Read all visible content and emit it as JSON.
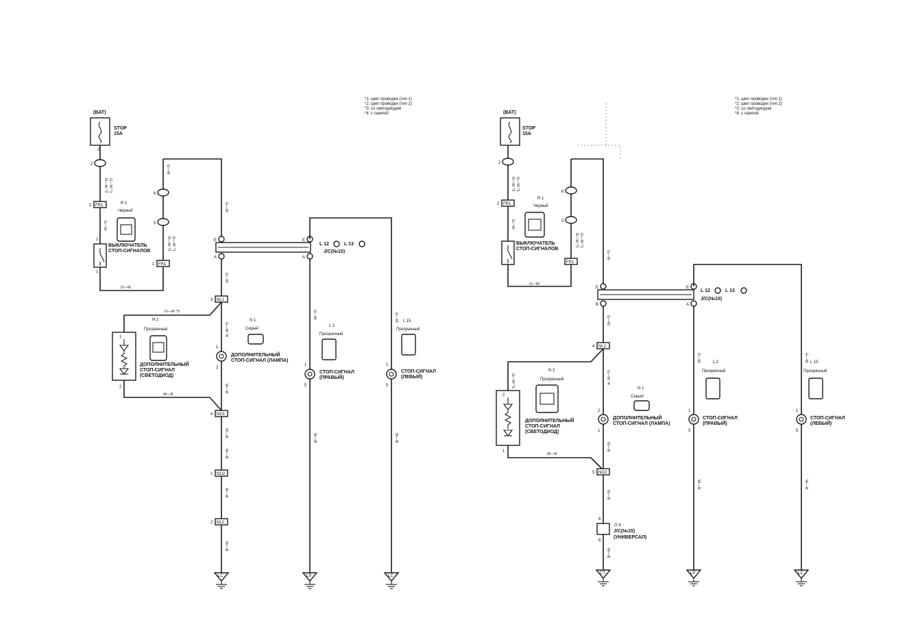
{
  "notes": [
    "*1: цвет проводки (тип 1)",
    "*2: цвет проводки (тип 2)",
    "*3: со светодиодом",
    "*4: с лампой"
  ],
  "left": {
    "bat": "(BAT)",
    "fuse_name": "STOP",
    "fuse_amp": "15A",
    "switch_conn_id": "R  1",
    "switch_conn_color": "Черный",
    "switch_line1": "ВЫКЛЮЧАТЕЛЬ",
    "switch_line2": "СТОП-СИГНАЛОВ",
    "jc_line1": "L  12",
    "jc_line2": "L  13",
    "jc_name": "J/C(№15)",
    "n2_id": "N  2",
    "n2_color": "Прозрачный",
    "n2_line1": "ДОПОЛНИТЕЛЬНЫЙ",
    "n2_line2": "СТОП-СИГНАЛ",
    "n2_line3": "(СВЕТОДИОД)",
    "n1_id": "N  1",
    "n1_color": "Серый",
    "n1_line1": "ДОПОЛНИТЕЛЬНЫЙ",
    "n1_line2": "СТОП-СИГНАЛ (ЛАМПА)",
    "l2_id": "L  2",
    "l2_color": "Прозрачный",
    "l2_line1": "СТОП-СИГНАЛ",
    "l2_line2": "(ПРАВЫЙ)",
    "l15_id": "L  15",
    "l15_color": "Прозрачный",
    "l15_line1": "СТОП-СИГНАЛ",
    "l15_line2": "(ЛЕВЫЙ)",
    "ow": "O—W",
    "ow3": "O—W  *3",
    "wb": "W—B",
    "conn_fr1a": "FR1",
    "conn_fr1b": "FR1",
    "conn_nl1": "NL1",
    "conn_no1": "NO1",
    "conn_no2": "NO2",
    "conn_nl2": "NL2",
    "ground_lc": "LC",
    "ground_lp": "LP",
    "ground_lc2": "LC"
  },
  "right": {
    "bat": "(BAT)",
    "fuse_name": "STOP",
    "fuse_amp": "15A",
    "switch_conn_id": "R  1",
    "switch_conn_color": "Черный",
    "switch_line1": "ВЫКЛЮЧАТЕЛЬ",
    "switch_line2": "СТОП-СИГНАЛОВ",
    "jc_line1": "L  12",
    "jc_line2": "L  13",
    "jc_name": "J/C(№15)",
    "n2_id": "N  2",
    "n2_color": "Прозрачный",
    "n2_line1": "ДОПОЛНИТЕЛЬНЫЙ",
    "n2_line2": "СТОП-СИГНАЛ",
    "n2_line3": "(СВЕТОДИОД)",
    "n1_id": "N  1",
    "n1_color": "Серый",
    "n1_line1": "ДОПОЛНИТЕЛЬНЫЙ",
    "n1_line2": "СТОП-СИГНАЛ (ЛАМПА)",
    "l2_id": "L  2",
    "l2_color": "Прозрачный",
    "l2_line1": "СТОП-СИГНАЛ",
    "l2_line2": "(ПРАВЫЙ)",
    "l15_id": "L  15",
    "l15_color": "Прозрачный",
    "l15_line1": "СТОП-СИГНАЛ",
    "l15_line2": "(ЛЕВЫЙ)",
    "o4_id": "O  4",
    "o4_line1": "J/C(№15)",
    "o4_line2": "(УНИВЕРСАЛ)",
    "ow": "O—W",
    "wb": "W—B",
    "conn_fr1a": "FR1",
    "conn_fr1b": "FR1",
    "conn_nl2": "NL2",
    "conn_no2": "NO2",
    "ground_ct": "CT",
    "ground_lp": "LP",
    "ground_lc": "LC"
  }
}
